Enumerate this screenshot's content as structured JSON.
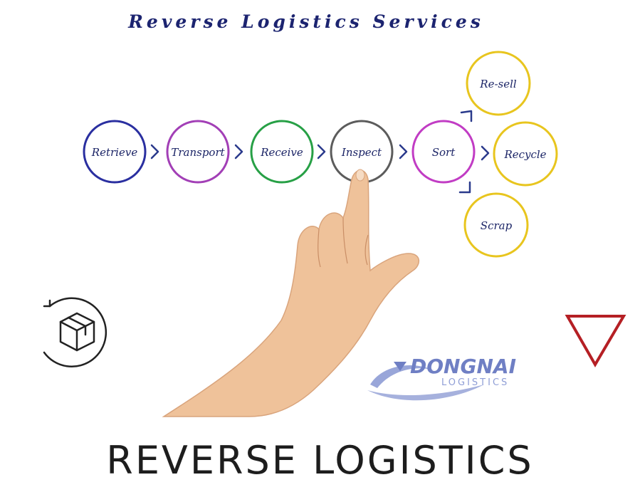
{
  "title": "Reverse Logistics Services",
  "footer": "REVERSE LOGISTICS",
  "brand": {
    "name": "DONGNAI",
    "sub": "LOGISTICS"
  },
  "steps": [
    {
      "label": "Retrieve",
      "color": "#2a2fa0"
    },
    {
      "label": "Transport",
      "color": "#a23fb6"
    },
    {
      "label": "Receive",
      "color": "#27a046"
    },
    {
      "label": "Inspect",
      "color": "#5c5c5c"
    },
    {
      "label": "Sort",
      "color": "#c13cc4"
    }
  ],
  "outcomes": [
    {
      "label": "Re-sell",
      "color": "#e8c51e"
    },
    {
      "label": "Recycle",
      "color": "#e8c51e"
    },
    {
      "label": "Scrap",
      "color": "#e8c51e"
    }
  ],
  "colors": {
    "arrow": "#2a3a8c",
    "triangle": "#b51f24",
    "skin": "#efc29a"
  },
  "icons": [
    "return-box-icon",
    "down-triangle-icon",
    "dongnai-logo-icon",
    "pointing-hand"
  ]
}
